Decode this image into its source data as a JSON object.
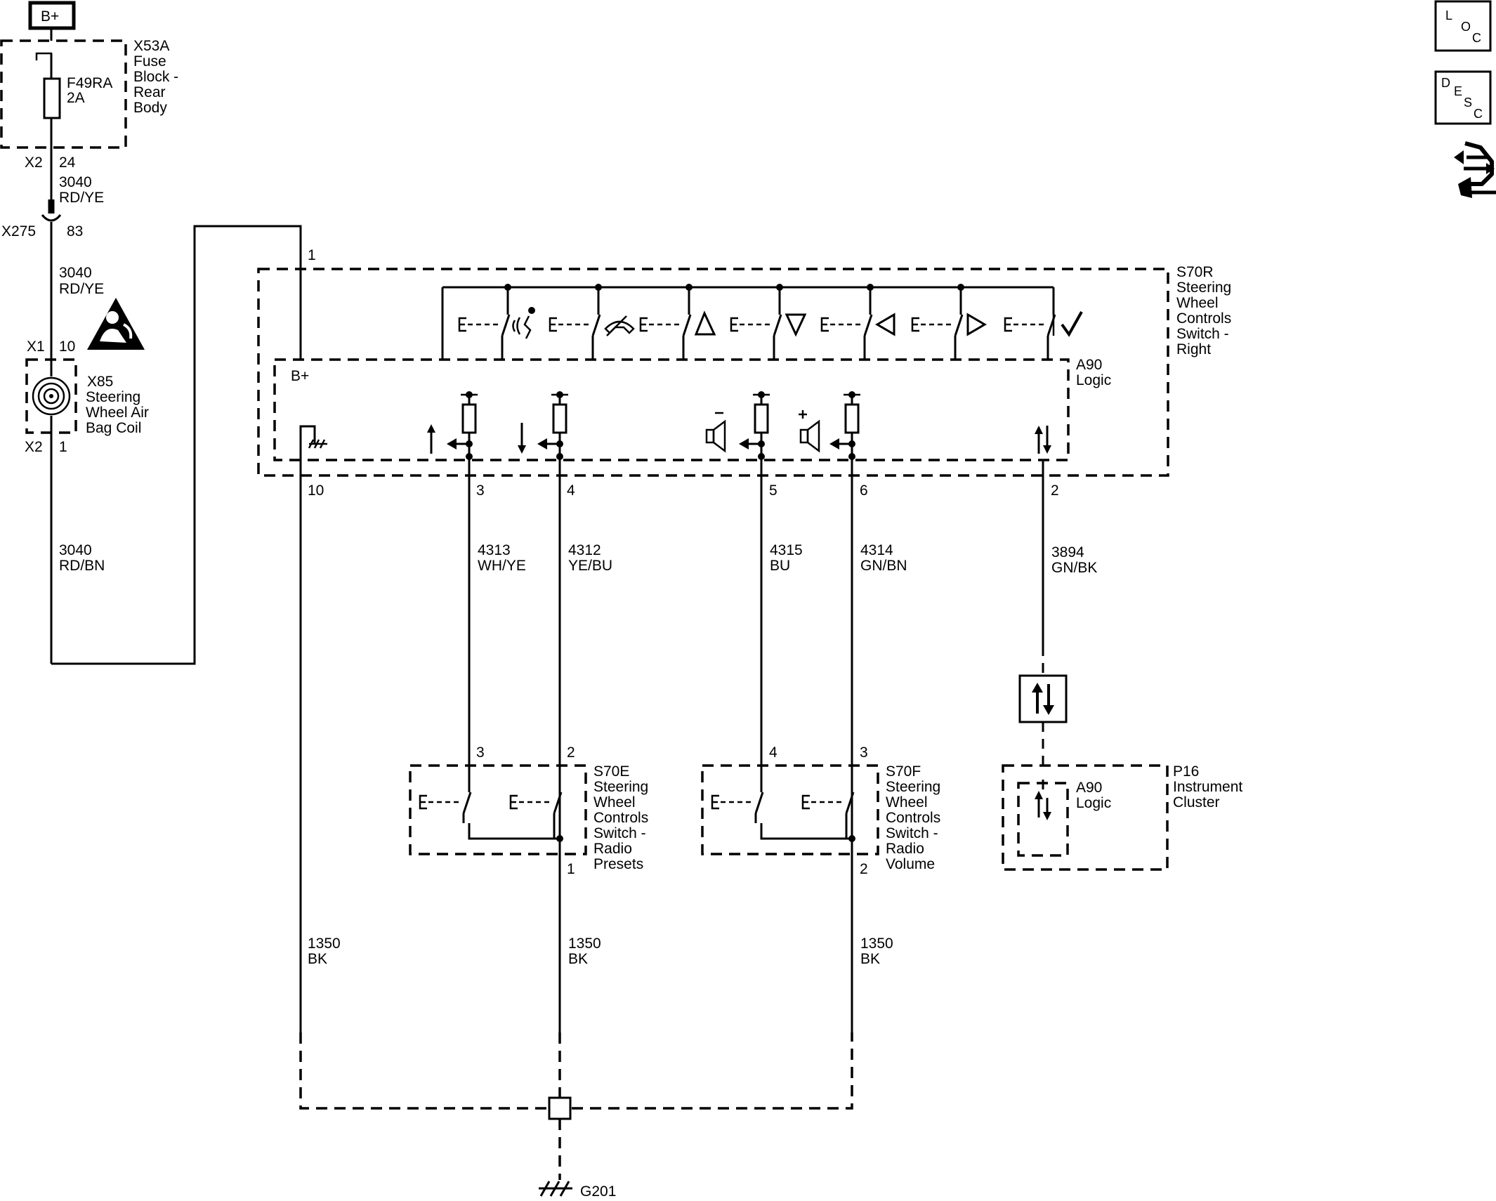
{
  "power": {
    "label": "B+"
  },
  "fuse_block": {
    "id": "X53A",
    "line1": "Fuse",
    "line2": "Block -",
    "line3": "Rear",
    "line4": "Body"
  },
  "fuse": {
    "id": "F49RA",
    "rating": "2A"
  },
  "conn_fuse_out": {
    "conn": "X2",
    "pin": "24"
  },
  "wire_3040_a": {
    "circuit": "3040",
    "color": "RD/YE"
  },
  "inline_x275": {
    "conn": "X275",
    "pin": "83"
  },
  "wire_3040_b": {
    "circuit": "3040",
    "color": "RD/YE"
  },
  "airbag_coil": {
    "id": "X85",
    "line1": "Steering",
    "line2": "Wheel Air",
    "line3": "Bag Coil",
    "conn_in": "X1",
    "pin_in": "10",
    "conn_out": "X2",
    "pin_out": "1"
  },
  "wire_3040_c": {
    "circuit": "3040",
    "color": "RD/BN"
  },
  "s70r": {
    "id": "S70R",
    "line1": "Steering",
    "line2": "Wheel",
    "line3": "Controls",
    "line4": "Switch -",
    "line5": "Right",
    "pin_bplus": "1",
    "logic_id": "A90",
    "logic_label": "Logic",
    "bplus": "B+"
  },
  "s70r_pins": [
    "10",
    "3",
    "4",
    "5",
    "6",
    "2"
  ],
  "wires_mid": [
    {
      "circuit": "4313",
      "color": "WH/YE"
    },
    {
      "circuit": "4312",
      "color": "YE/BU"
    },
    {
      "circuit": "4315",
      "color": "BU"
    },
    {
      "circuit": "4314",
      "color": "GN/BN"
    },
    {
      "circuit": "3894",
      "color": "GN/BK"
    }
  ],
  "s70e": {
    "id": "S70E",
    "line1": "Steering",
    "line2": "Wheel",
    "line3": "Controls",
    "line4": "Switch -",
    "line5": "Radio",
    "line6": "Presets",
    "pin_a": "3",
    "pin_b": "2",
    "pin_gnd": "1"
  },
  "s70f": {
    "id": "S70F",
    "line1": "Steering",
    "line2": "Wheel",
    "line3": "Controls",
    "line4": "Switch -",
    "line5": "Radio",
    "line6": "Volume",
    "pin_a": "4",
    "pin_b": "3",
    "pin_gnd": "2"
  },
  "p16": {
    "id": "P16",
    "line1": "Instrument",
    "line2": "Cluster",
    "logic_id": "A90",
    "logic_label": "Logic"
  },
  "ground_wires": [
    {
      "circuit": "1350",
      "color": "BK"
    },
    {
      "circuit": "1350",
      "color": "BK"
    },
    {
      "circuit": "1350",
      "color": "BK"
    }
  ],
  "ground": {
    "id": "G201"
  },
  "icons": {
    "loc": [
      "L",
      "O",
      "C"
    ],
    "desc": [
      "D",
      "E",
      "S",
      "C"
    ]
  }
}
